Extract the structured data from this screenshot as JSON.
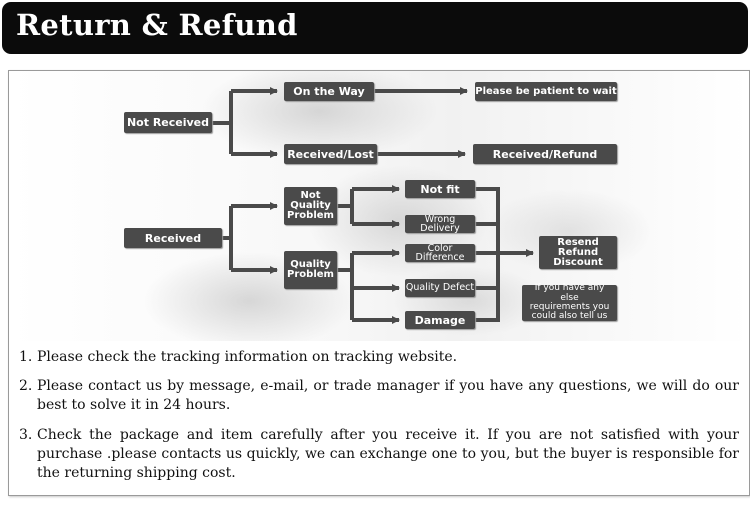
{
  "header": {
    "title": "Return & Refund"
  },
  "flowchart": {
    "not_received": "Not Received",
    "on_the_way": "On the Way",
    "please_wait": "Please be patient to wait",
    "received_lost": "Received/Lost",
    "received_refund": "Received/Refund",
    "received": "Received",
    "not_quality_problem": "Not\nQuality\nProblem",
    "quality_problem": "Quality\nProblem",
    "not_fit": "Not fit",
    "wrong_delivery": "Wrong Delivery",
    "color_difference": "Color Difference",
    "quality_defect": "Quality Defect",
    "damage": "Damage",
    "resolution": "Resend\nRefund\nDiscount",
    "other_requirements": "If you have any else\nrequirements you\ncould also tell us",
    "box_color": "#4a4a4a",
    "arrow_color": "#4a4a4a"
  },
  "notes": [
    {
      "num": "1.",
      "text": "Please check the tracking information on tracking website."
    },
    {
      "num": "2.",
      "text": "Please contact us by message, e-mail, or trade manager if you have any questions, we will do our best to solve it in 24 hours."
    },
    {
      "num": "3.",
      "text": "Check the package and item carefully after you receive it. If you are not satisfied with your purchase .please contacts us quickly, we can exchange one to you, but the buyer is responsible for the returning shipping cost."
    }
  ]
}
